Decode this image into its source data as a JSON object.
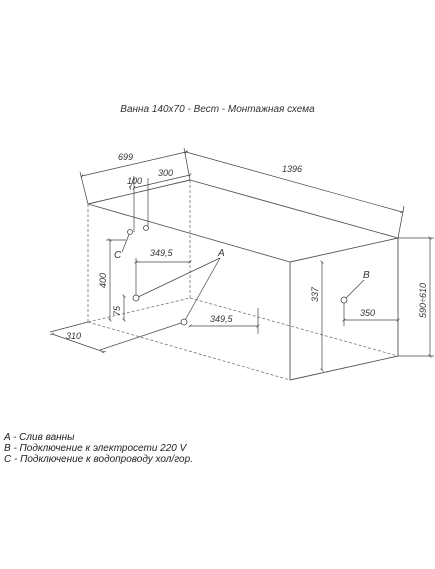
{
  "title": "Ванна 140x70 - Вест - Монтажная схема",
  "dimensions": {
    "width_699": "699",
    "length_1396": "1396",
    "d100": "100",
    "d300": "300",
    "d349_5_upper": "349,5",
    "d349_5_lower": "349,5",
    "d400": "400",
    "d75": "75",
    "d310": "310",
    "d337": "337",
    "d350": "350",
    "height_range": "590÷610"
  },
  "points": {
    "A": "A",
    "B": "B",
    "C": "C"
  },
  "legend": [
    "A - Слив ванны",
    "B - Подключение к электросети 220 V",
    "C - Подключение к водопроводу хол/гор."
  ],
  "colors": {
    "line": "#555555",
    "dash": "#777777"
  }
}
